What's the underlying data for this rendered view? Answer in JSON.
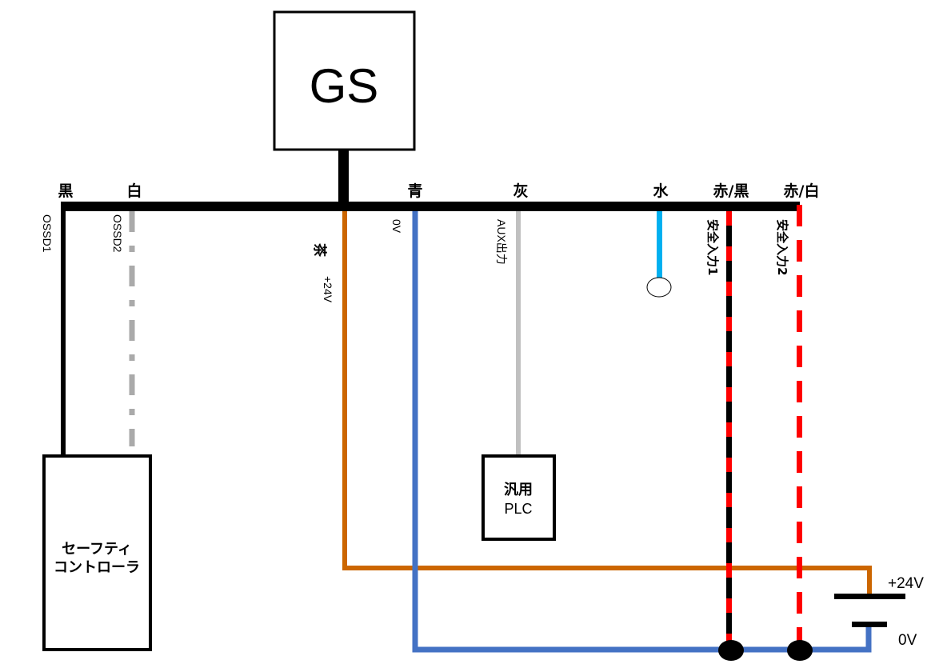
{
  "gs": {
    "label": "GS"
  },
  "wire_colors_legend": {
    "black": "黒",
    "white": "白",
    "blue": "青",
    "gray": "灰",
    "light_blue": "水",
    "red_black": "赤/黒",
    "red_white": "赤/白"
  },
  "wires": {
    "black": {
      "label": "OSSD1",
      "color": "#000000"
    },
    "white": {
      "label": "OSSD2",
      "color": "#aaaaaa"
    },
    "brown": {
      "color_label": "茶",
      "label": "+24V",
      "color": "#cc6600"
    },
    "blue": {
      "label": "0V",
      "color": "#4472c4"
    },
    "gray": {
      "label": "AUX出力",
      "color": "#c0c0c0"
    },
    "light_blue": {
      "color": "#00b0f0"
    },
    "red_black": {
      "label": "安全入力1",
      "color": "#ff0000"
    },
    "red_white": {
      "label": "安全入力2",
      "color": "#ff0000"
    }
  },
  "boxes": {
    "safety_controller": {
      "line1": "セーフティ",
      "line2": "コントローラ"
    },
    "plc": {
      "line1": "汎用",
      "line2": "PLC"
    }
  },
  "power_supply": {
    "positive": "+24V",
    "negative": "0V"
  }
}
